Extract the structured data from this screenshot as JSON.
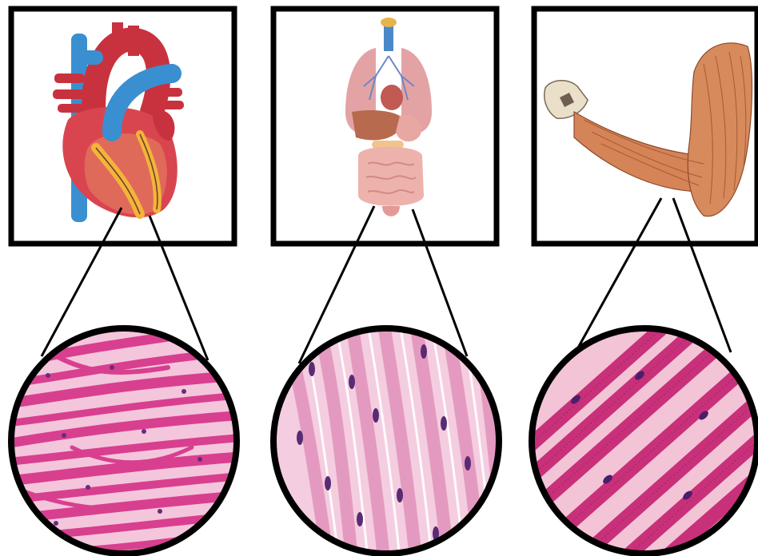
{
  "figure": {
    "panels": [
      {
        "organ": "heart",
        "tissue": "cardiac-muscle"
      },
      {
        "organ": "internal-organs",
        "tissue": "smooth-muscle"
      },
      {
        "organ": "arm",
        "tissue": "skeletal-muscle"
      }
    ]
  },
  "colors": {
    "frame": "#000000",
    "background": "#ffffff",
    "heart_red": "#d9454f",
    "vessel_blue": "#3a8fd1",
    "fat_yellow": "#f2b43a",
    "organ_pink": "#e9a7a3",
    "muscle_orange": "#cf7a50",
    "tissue_pink": "#d83f8f",
    "tissue_light": "#f3c6dc",
    "nucleus": "#5a2a72"
  }
}
